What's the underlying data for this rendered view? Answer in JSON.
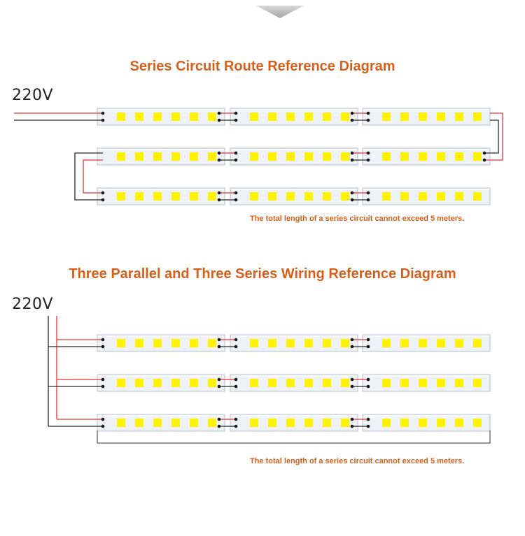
{
  "colors": {
    "accent": "#d65f1c",
    "wire_live": "#e2333c",
    "wire_neutral": "#2b2b2b",
    "strip_body": "#eef2f6",
    "strip_edge": "#b9c2cc",
    "led": "#fff200"
  },
  "decor": {
    "top_marker": "chevron-down-icon"
  },
  "series_section": {
    "title": "Series Circuit Route Reference Diagram",
    "voltage_label": "220V",
    "note": "The total length of a series circuit cannot exceed 5 meters."
  },
  "parallel_section": {
    "title": "Three Parallel and Three Series Wiring Reference Diagram",
    "voltage_label": "220V",
    "note": "The total length of a series circuit cannot exceed 5 meters."
  }
}
